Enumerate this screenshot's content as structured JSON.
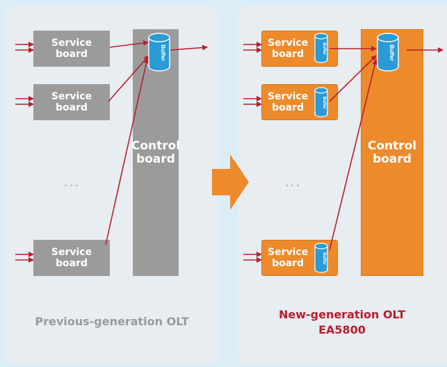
{
  "service_board": "Service\nboard",
  "control_board": "Control\nboard",
  "buffer": "Buffer",
  "ellipsis": "...",
  "left_caption": "Previous-generation OLT",
  "right_caption_line1": "New-generation OLT",
  "right_caption_line2": "EA5800",
  "colors": {
    "arrow": "#b81e2c",
    "gray_box": "#9b9b9b",
    "orange_box": "#ec8a2c",
    "buffer": "#2a9bd6",
    "red_caption": "#b81e2c",
    "gray_caption": "#9a9a9a"
  }
}
